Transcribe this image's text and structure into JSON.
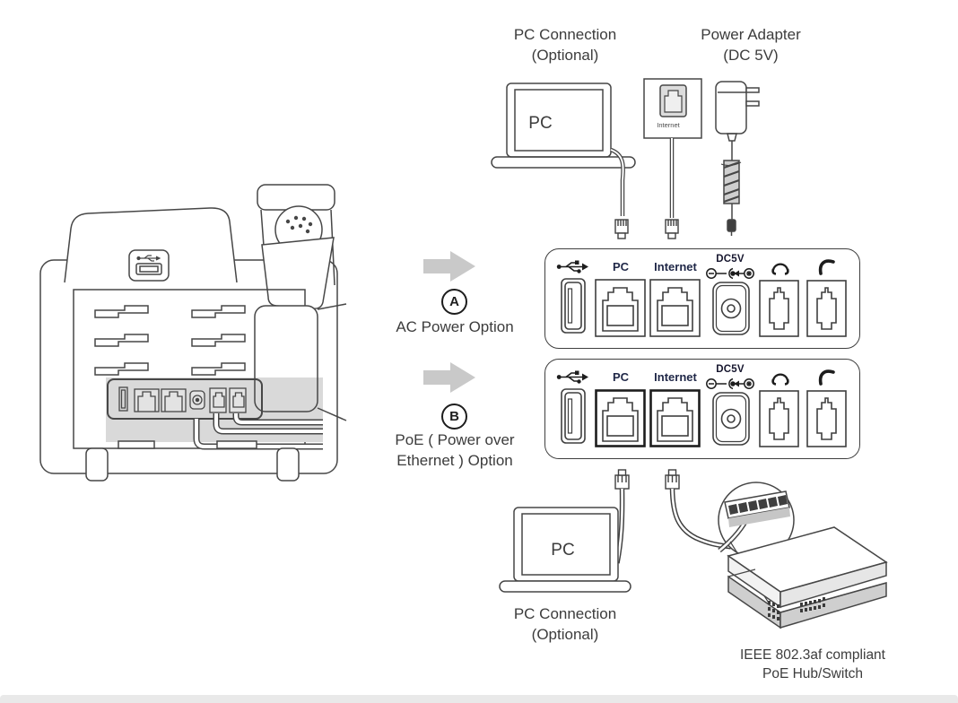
{
  "diagram_title": "Phone installation connection options",
  "labels": {
    "top_pc_connection_1": "PC Connection",
    "top_pc_connection_2": "(Optional)",
    "power_adapter_1": "Power Adapter",
    "power_adapter_2": "(DC 5V)",
    "laptop_top": "PC",
    "wall_jack": "Internet",
    "option_a_letter": "A",
    "option_a": "AC Power Option",
    "option_b_letter": "B",
    "option_b_1": "PoE ( Power over",
    "option_b_2": "Ethernet ) Option",
    "port_pc": "PC",
    "port_internet": "Internet",
    "port_power": "DC5V",
    "laptop_bottom": "PC",
    "bottom_pc_connection_1": "PC Connection",
    "bottom_pc_connection_2": "(Optional)",
    "poe_switch_1": "IEEE 802.3af compliant",
    "poe_switch_2": "PoE Hub/Switch"
  },
  "icons": {
    "usb": "usb-icon",
    "headset": "headset-icon",
    "handset": "handset-icon",
    "dc_polarity": "dc-polarity-icon",
    "arrow": "gray-right-arrow"
  },
  "colors": {
    "line": "#464646",
    "arrow_gray": "#c9c9c9",
    "shade_gray": "#d9d9d9",
    "port_label_navy": "#1f2747",
    "footer_bar": "#e9e9e9"
  }
}
